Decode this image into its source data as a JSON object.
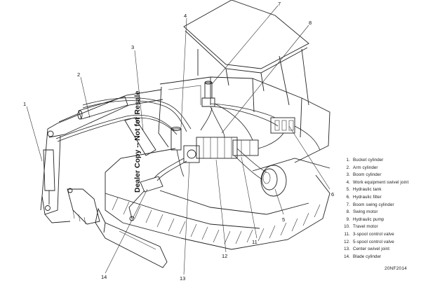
{
  "legend": [
    {
      "num": "1.",
      "label": "Bucket cylinder"
    },
    {
      "num": "2.",
      "label": "Arm cylinder"
    },
    {
      "num": "3.",
      "label": "Boom cylinder"
    },
    {
      "num": "4.",
      "label": "Work equipment swivel joint"
    },
    {
      "num": "5.",
      "label": "Hydraulic tank"
    },
    {
      "num": "6.",
      "label": "Hydraulic filter"
    },
    {
      "num": "7.",
      "label": "Boom swing cylinder"
    },
    {
      "num": "8.",
      "label": "Swing motor"
    },
    {
      "num": "9.",
      "label": "Hydraulic pump"
    },
    {
      "num": "10.",
      "label": "Travel motor"
    },
    {
      "num": "11.",
      "label": "3-spool control valve"
    },
    {
      "num": "12.",
      "label": "5-spool control valve"
    },
    {
      "num": "13.",
      "label": "Center swivel joint"
    },
    {
      "num": "14.",
      "label": "Blade cylinder"
    }
  ],
  "callouts": {
    "c1": "1",
    "c2": "2",
    "c3": "3",
    "c4": "4",
    "c7": "7",
    "c8": "8",
    "c5": "5",
    "c11": "11",
    "c12": "12",
    "c13": "13",
    "c14": "14",
    "c6": "6"
  },
  "watermark": "Dealer Copy -- Not for Resale",
  "figure_code": "20NF2014"
}
